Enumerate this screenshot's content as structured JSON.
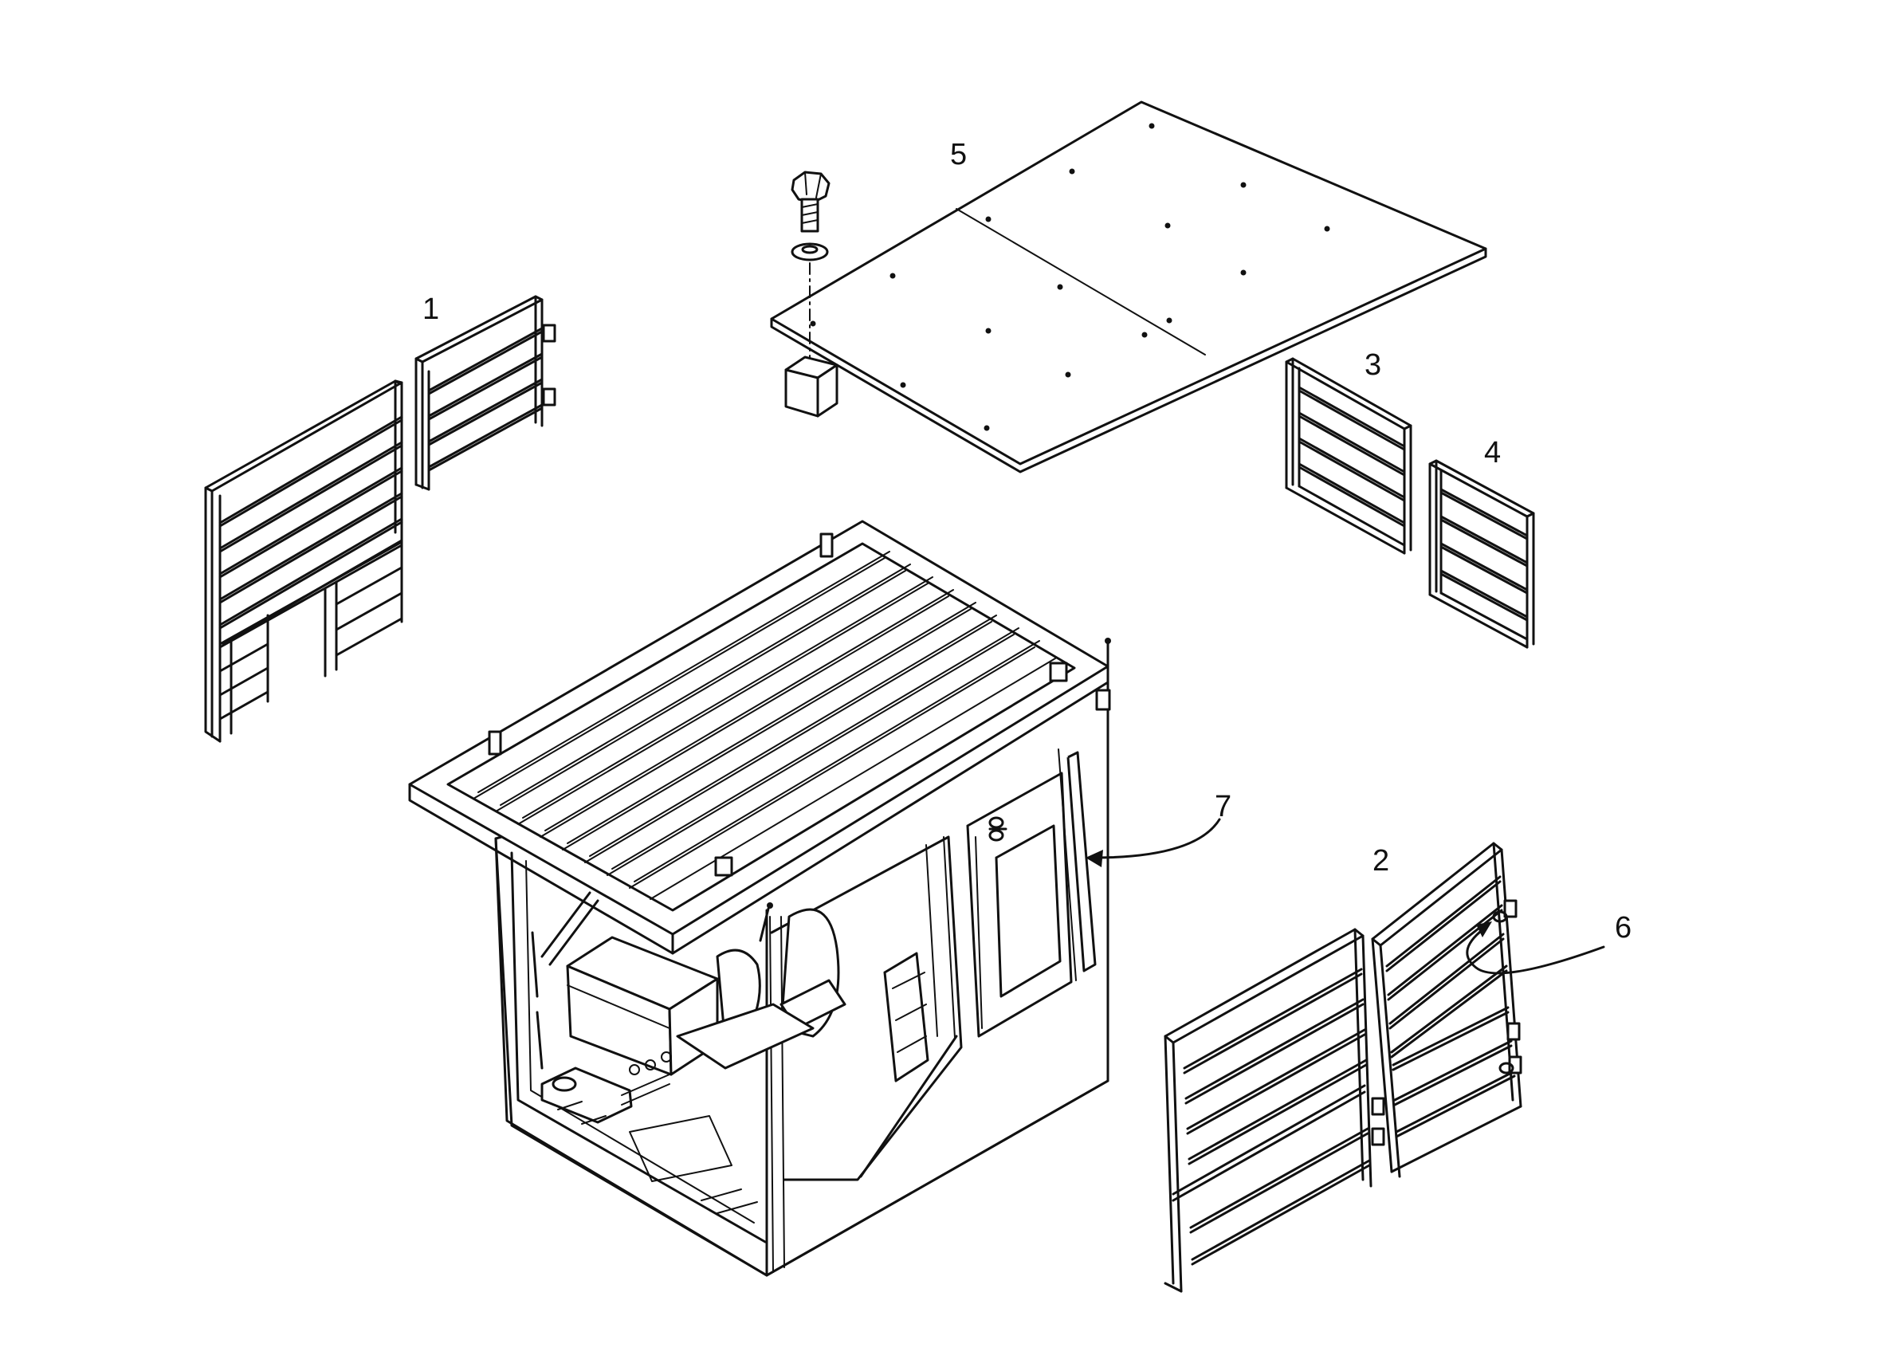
{
  "callouts": {
    "c1": "1",
    "c2": "2",
    "c3": "3",
    "c4": "4",
    "c5": "5",
    "c6": "6",
    "c7": "7"
  },
  "colors": {
    "line": "#111111",
    "paper": "#ffffff"
  }
}
